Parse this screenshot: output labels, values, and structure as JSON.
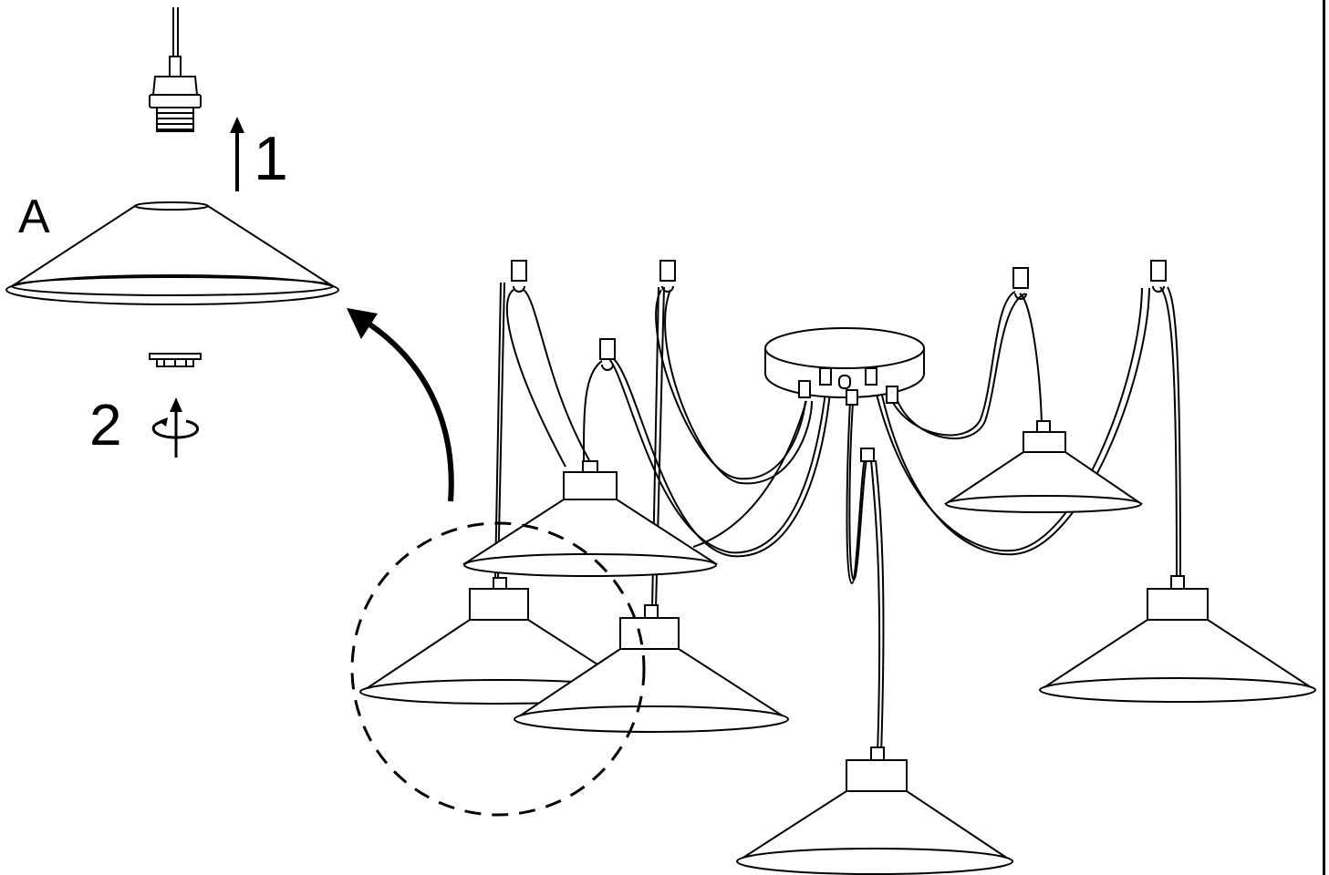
{
  "labels": {
    "part_a": "A",
    "step_1": "1",
    "step_2": "2"
  },
  "colors": {
    "line": "#000000",
    "background": "#ffffff",
    "lampshade_fill": "#ffffff"
  },
  "icons": {
    "step_1": "arrow-up-icon",
    "step_2": "rotate-unscrew-icon",
    "move": "curved-arrow-icon",
    "highlight": "dashed-circle-icon"
  }
}
